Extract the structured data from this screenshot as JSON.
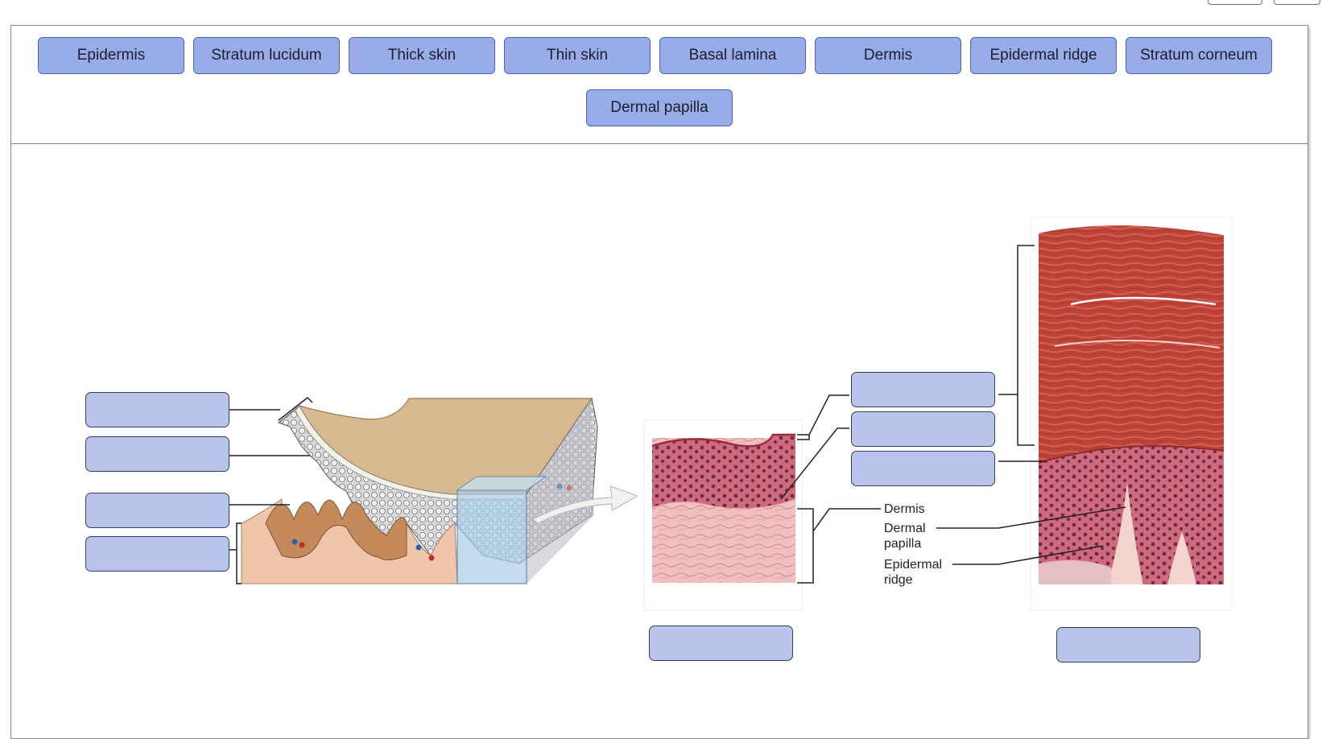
{
  "toolbar": {
    "corner_buttons": [
      "",
      ""
    ]
  },
  "label_bank": {
    "chips": [
      "Epidermis",
      "Stratum lucidum",
      "Thick skin",
      "Thin skin",
      "Basal lamina",
      "Dermis",
      "Epidermal ridge",
      "Stratum corneum",
      "Dermal papilla"
    ]
  },
  "figure": {
    "printed_labels": {
      "dermis": "Dermis",
      "dermal_papilla_line1": "Dermal",
      "dermal_papilla_line2": "papilla",
      "epidermal_ridge_line1": "Epidermal",
      "epidermal_ridge_line2": "ridge"
    }
  },
  "colors": {
    "chip_fill": "#97ace9",
    "chip_border": "#4a63b4",
    "drop_fill": "#b9c4ec",
    "tissue_pink": "#c24a55",
    "stratum_corneum_red": "#c0473d",
    "dermis_pink": "#efc0bf"
  }
}
